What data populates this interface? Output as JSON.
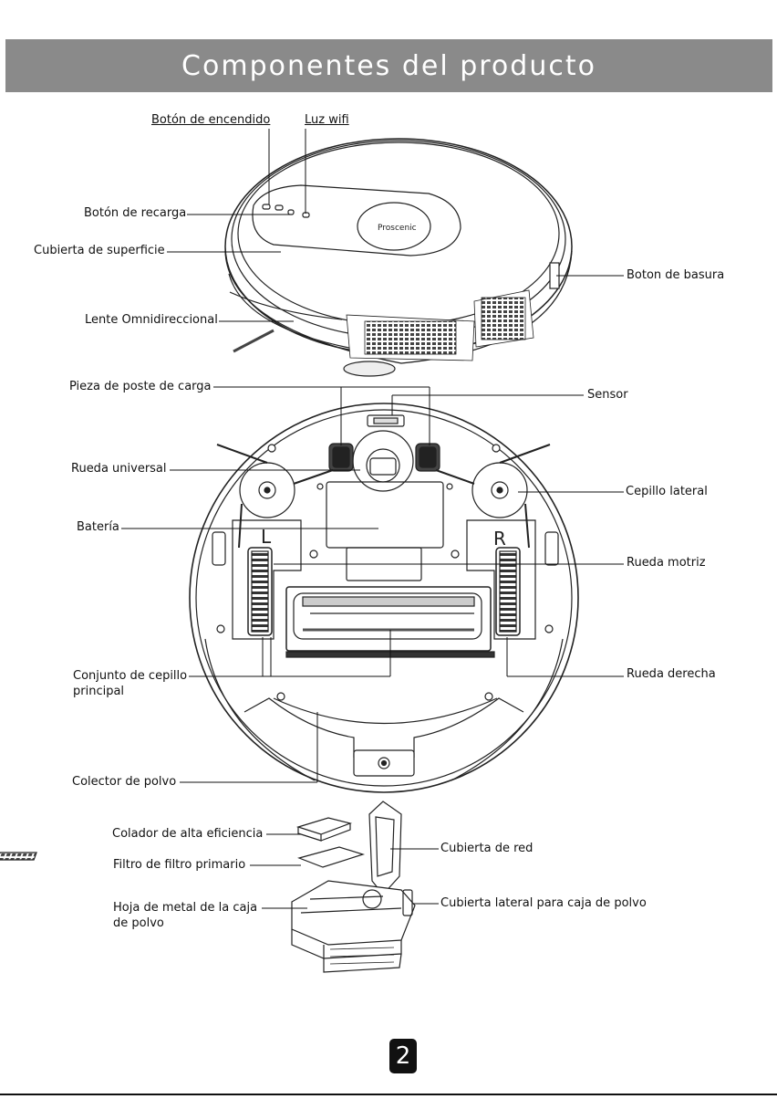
{
  "header": {
    "title": "Componentes del producto"
  },
  "top_view": {
    "labels": {
      "power_button": "Botón de encendido",
      "wifi_light": "Luz wifi",
      "recharge_button": "Botón de recarga",
      "surface_cover": "Cubierta de superficie",
      "trash_button": "Boton de basura",
      "omni_lens": "Lente Omnidireccional"
    },
    "logo_text": "Proscenic"
  },
  "bottom_view": {
    "labels": {
      "charging_post": "Pieza de poste de carga",
      "sensor": "Sensor",
      "universal_wheel": "Rueda universal",
      "side_brush": "Cepillo lateral",
      "battery": "Batería",
      "drive_wheel": "Rueda motriz",
      "main_brush_line1": "Conjunto de cepillo",
      "main_brush_line2": "principal",
      "right_wheel": "Rueda derecha",
      "dust_collector": "Colector de polvo"
    },
    "wheel_marks": {
      "left": "L",
      "right": "R"
    }
  },
  "dustbin_view": {
    "labels": {
      "hepa": "Colador de alta eficiencia",
      "primary_filter": "Filtro de filtro primario",
      "metal_sheet_line1": "Hoja de metal de la caja",
      "metal_sheet_line2": "de polvo",
      "net_cover": "Cubierta de red",
      "side_cover": "Cubierta lateral para caja de polvo"
    }
  },
  "footer": {
    "page_number": "2"
  }
}
